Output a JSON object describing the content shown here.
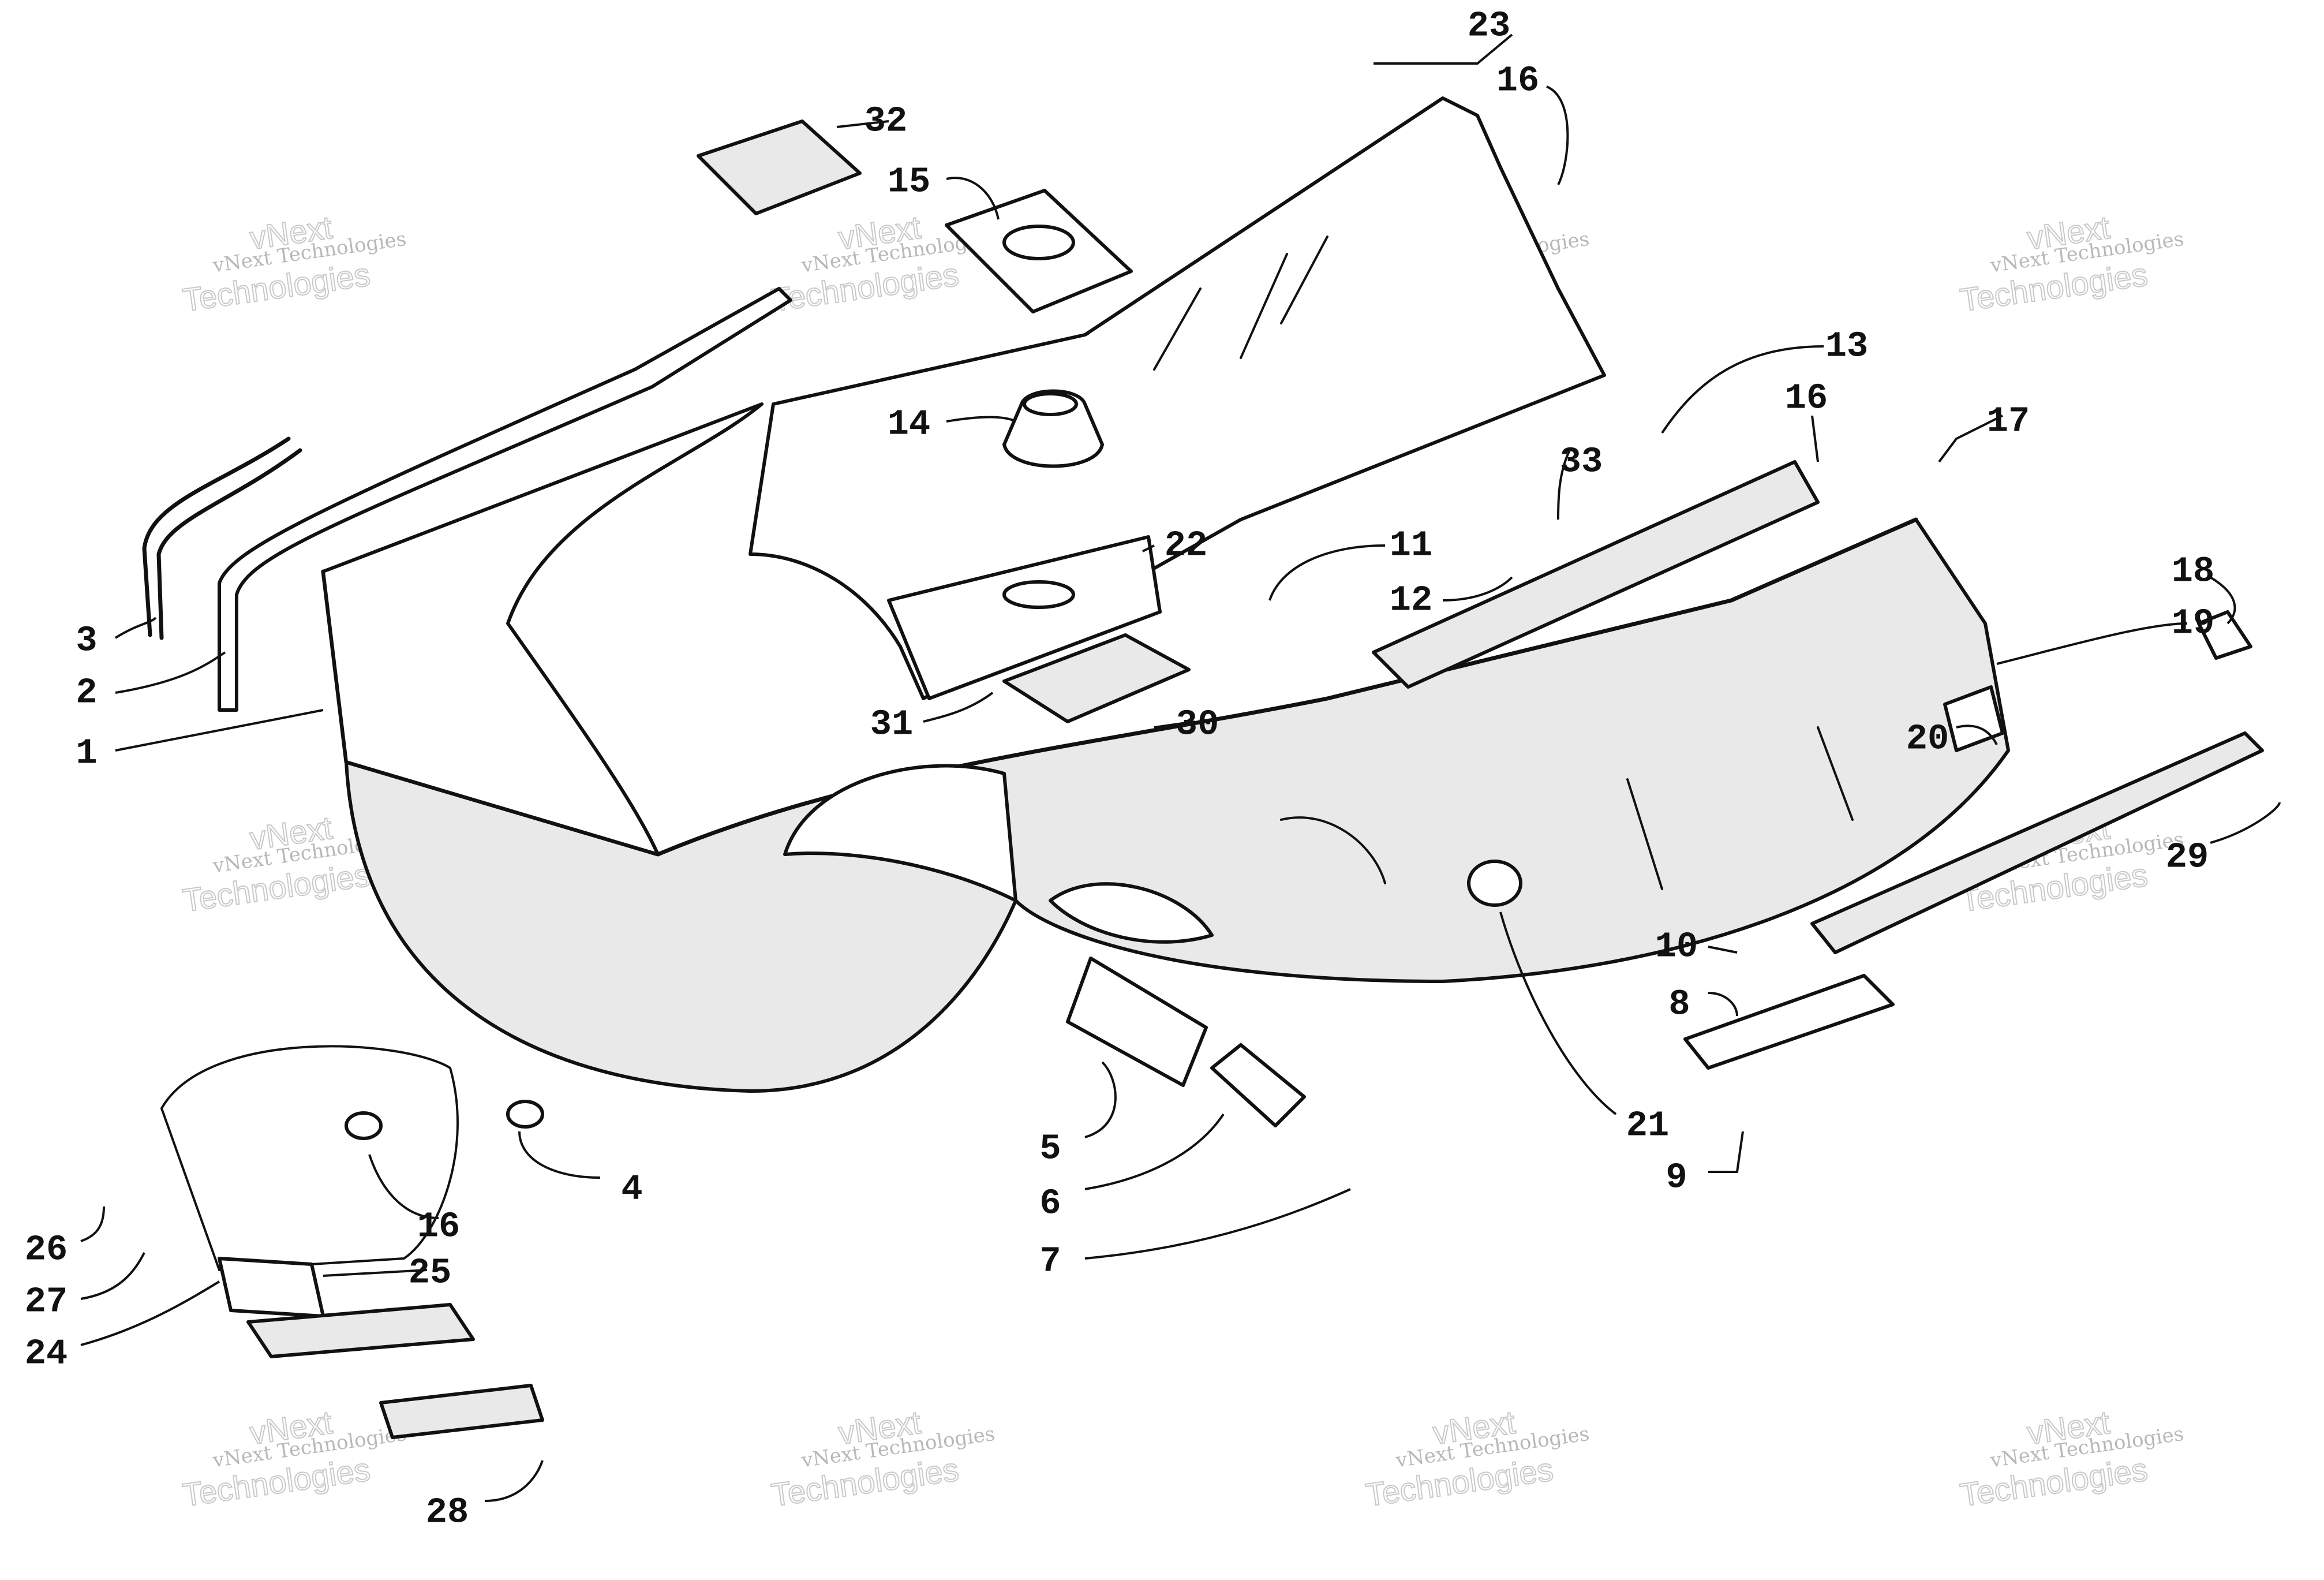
{
  "watermark": {
    "line1": "vNext",
    "line2": "vNext Technologies",
    "line3": "Technologies"
  },
  "callouts": [
    "1",
    "2",
    "3",
    "4",
    "5",
    "6",
    "7",
    "8",
    "9",
    "10",
    "11",
    "12",
    "13",
    "14",
    "15",
    "16",
    "16",
    "16",
    "17",
    "18",
    "19",
    "20",
    "21",
    "22",
    "23",
    "24",
    "25",
    "26",
    "27",
    "28",
    "29",
    "30",
    "31",
    "32",
    "33"
  ]
}
